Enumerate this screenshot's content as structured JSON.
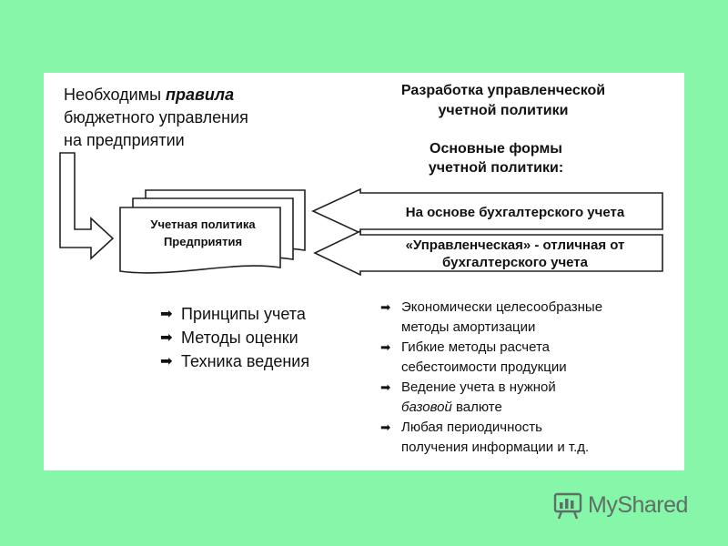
{
  "slide": {
    "need_line1_plain": "Необходимы ",
    "need_line1_emph": "правила",
    "need_line2": "бюджетного управления",
    "need_line3": "на предприятии",
    "dev_line1": "Разработка управленческой",
    "dev_line2": "учетной политики",
    "forms_line1": "Основные формы",
    "forms_line2": "учетной политики:",
    "doc_line1": "Учетная политика",
    "doc_line2": "Предприятия",
    "arrow1_text": "На основе бухгалтерского учета",
    "arrow2_line1": "«Управленческая» - отличная от",
    "arrow2_line2": "бухгалтерского учета",
    "left_list": [
      "Принципы учета",
      "Методы оценки",
      "Техника ведения"
    ],
    "right_list": [
      {
        "line1": "Экономически целесообразные",
        "line2": "методы амортизации"
      },
      {
        "line1": "Гибкие методы расчета",
        "line2": "себестоимости продукции"
      },
      {
        "line1": "Ведение учета в нужной",
        "line2_emph": "базовой",
        "line2_rest": " валюте"
      },
      {
        "line1": "Любая периодичность",
        "line2": "получения  информации  и т.д."
      }
    ],
    "bullet_icon": "right-arrow-icon"
  },
  "logo": {
    "text": "MyShared",
    "icon": "presentation-board-icon",
    "color": "#5f6e66"
  },
  "colors": {
    "background": "#86f7a9",
    "slide": "#ffffff",
    "stroke": "#222222"
  }
}
